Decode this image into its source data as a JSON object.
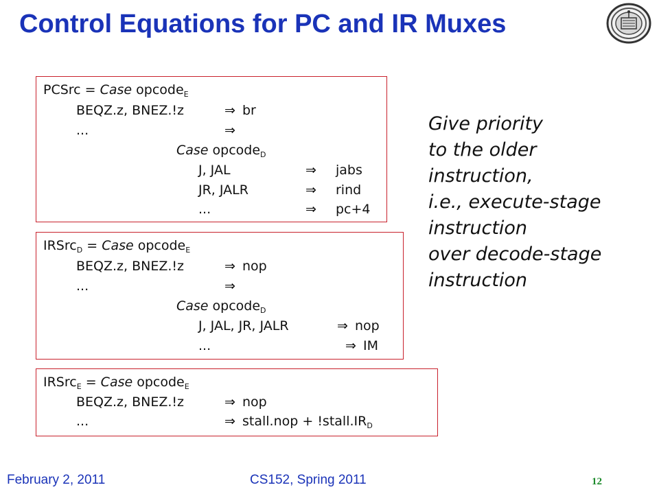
{
  "slide": {
    "title": "Control Equations for PC and IR Muxes",
    "logo_icon": "university-seal",
    "arrow": "⇒",
    "pcsrc": {
      "l1_a": "PCSrc = ",
      "l1_case": "Case",
      "l1_b": " opcode",
      "l1_sub": "E",
      "l2_ops": "BEQZ.z, BNEZ.!z",
      "l2_res": "br",
      "l3_ops": "...",
      "l4_case": "Case",
      "l4_b": " opcode",
      "l4_sub": "D",
      "l5_ops": "J, JAL",
      "l5_res": "jabs",
      "l6_ops": "JR, JALR",
      "l6_res": "rind",
      "l7_ops": "...",
      "l7_res": "pc+4"
    },
    "irsrcd": {
      "l1_a": "IRSrc",
      "l1_sub1": "D",
      "l1_b": " = ",
      "l1_case": "Case",
      "l1_c": " opcode",
      "l1_sub2": "E",
      "l2_ops": "BEQZ.z, BNEZ.!z",
      "l2_res": "nop",
      "l3_ops": "...",
      "l4_case": "Case",
      "l4_b": " opcode",
      "l4_sub": "D",
      "l5_ops": "J, JAL, JR, JALR",
      "l5_res": "nop",
      "l6_ops": "...",
      "l6_res": "IM"
    },
    "irsrce": {
      "l1_a": "IRSrc",
      "l1_sub1": "E",
      "l1_b": " = ",
      "l1_case": "Case",
      "l1_c": " opcode",
      "l1_sub2": "E",
      "l2_ops": "BEQZ.z, BNEZ.!z",
      "l2_res": "nop",
      "l3_ops": "...",
      "l3_res": "stall.nop + !stall.IR",
      "l3_sub": "D"
    },
    "note_lines": [
      "Give priority",
      "to the older",
      "instruction,",
      "i.e., execute-stage",
      "instruction",
      "over decode-stage",
      "instruction"
    ],
    "footer": {
      "date": "February 2, 2011",
      "course": "CS152, Spring 2011",
      "page": "12"
    }
  }
}
